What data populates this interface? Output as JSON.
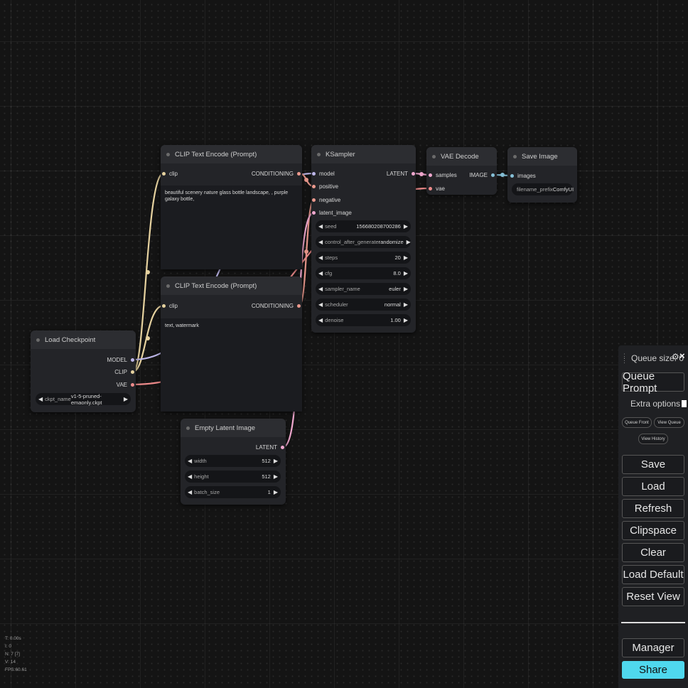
{
  "nodes": {
    "clip_pos": {
      "title": "CLIP Text Encode (Prompt)",
      "input": "clip",
      "output": "CONDITIONING",
      "text": "beautiful scenery nature glass bottle landscape, , purple galaxy bottle,"
    },
    "clip_neg": {
      "title": "CLIP Text Encode (Prompt)",
      "input": "clip",
      "output": "CONDITIONING",
      "text": "text, watermark"
    },
    "ksampler": {
      "title": "KSampler",
      "inputs": [
        "model",
        "positive",
        "negative",
        "latent_image"
      ],
      "output": "LATENT",
      "widgets": [
        {
          "name": "seed",
          "value": "156680208700286"
        },
        {
          "name": "control_after_generate",
          "value": "randomize"
        },
        {
          "name": "steps",
          "value": "20"
        },
        {
          "name": "cfg",
          "value": "8.0"
        },
        {
          "name": "sampler_name",
          "value": "euler"
        },
        {
          "name": "scheduler",
          "value": "normal"
        },
        {
          "name": "denoise",
          "value": "1.00"
        }
      ]
    },
    "vae_decode": {
      "title": "VAE Decode",
      "inputs": [
        "samples",
        "vae"
      ],
      "output": "IMAGE"
    },
    "save_image": {
      "title": "Save Image",
      "input": "images",
      "widget": {
        "name": "filename_prefix",
        "value": "ComfyUI"
      }
    },
    "load_checkpoint": {
      "title": "Load Checkpoint",
      "outputs": [
        "MODEL",
        "CLIP",
        "VAE"
      ],
      "widget": {
        "name": "ckpt_name",
        "value": "v1-5-pruned-emaonly.ckpt"
      }
    },
    "empty_latent": {
      "title": "Empty Latent Image",
      "output": "LATENT",
      "widgets": [
        {
          "name": "width",
          "value": "512"
        },
        {
          "name": "height",
          "value": "512"
        },
        {
          "name": "batch_size",
          "value": "1"
        }
      ]
    }
  },
  "panel": {
    "queue_size": "Queue size: 0",
    "queue_prompt": "Queue Prompt",
    "extra_options": "Extra options",
    "queue_front": "Queue Front",
    "view_queue": "View Queue",
    "view_history": "View History",
    "save": "Save",
    "load": "Load",
    "refresh": "Refresh",
    "clipspace": "Clipspace",
    "clear": "Clear",
    "load_default": "Load Default",
    "reset_view": "Reset View",
    "manager": "Manager",
    "share": "Share"
  },
  "stats": [
    "T: 0.00s",
    "I: 0",
    "N: 7 [7]",
    "V: 14",
    "FPS:60.61"
  ],
  "colors": {
    "canvas": "#141414",
    "node_body": "#232428",
    "node_title": "#2c2d31",
    "clip_link": "#e6d29f",
    "conditioning_link": "#ec9a8e",
    "model_link": "#bdb6e8",
    "latent_link": "#f1a8cf",
    "vae_link": "#ee8b8b",
    "image_link": "#87c1d8",
    "share_button": "#4fd8ee"
  }
}
